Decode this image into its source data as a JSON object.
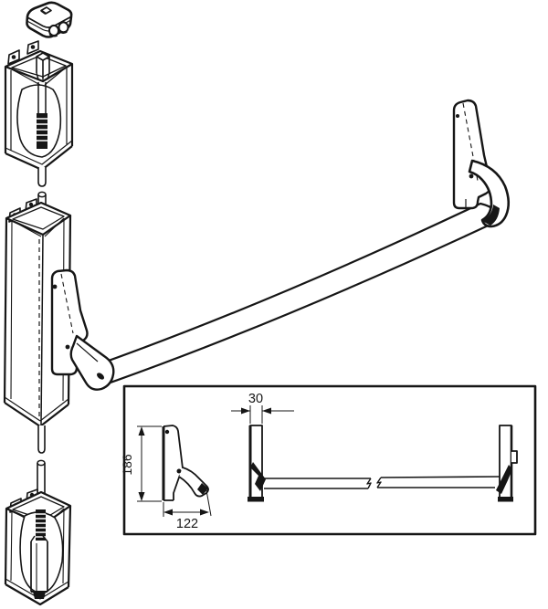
{
  "diagram": {
    "background": "#ffffff",
    "line_color": "#161616",
    "inset_dimensions": {
      "stile_width": "30",
      "case_height": "186",
      "case_projection": "122"
    }
  }
}
